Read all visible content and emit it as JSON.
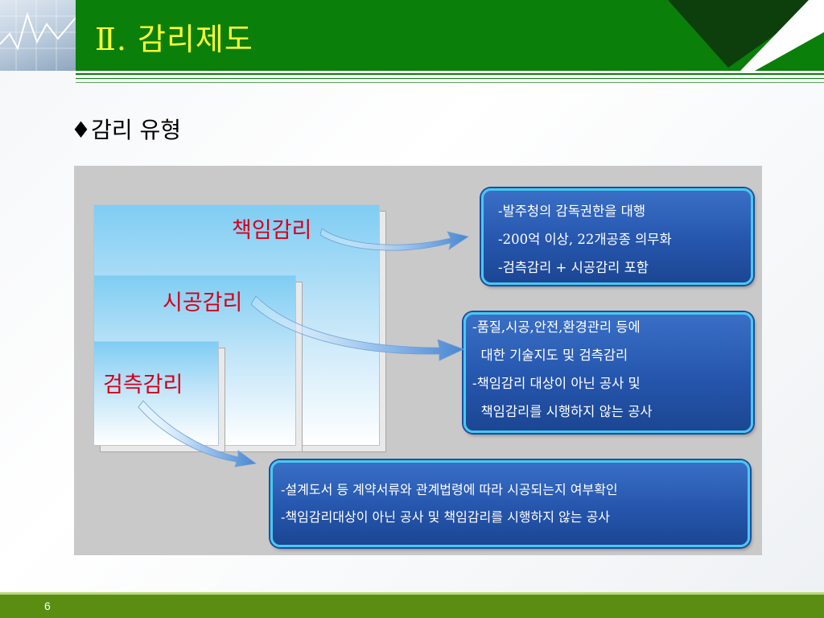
{
  "title": "Ⅱ. 감리제도",
  "subtitle": {
    "bullet": "♦",
    "text": "감리 유형"
  },
  "diagram": {
    "sheets": [
      {
        "label": "책임감리"
      },
      {
        "label": "시공감리"
      },
      {
        "label": "검측감리"
      }
    ],
    "boxes": [
      {
        "lines": [
          "-발주청의 감독권한을 대행",
          "-200억 이상, 22개공종 의무화",
          "-검측감리 + 시공감리 포함"
        ]
      },
      {
        "lines": [
          "-품질,시공,안전,환경관리 등에",
          "  대한 기술지도 및 검측감리",
          "-책임감리 대상이 아닌 공사 및",
          "  책임감리를 시행하지 않는 공사"
        ]
      },
      {
        "lines": [
          "-설계도서 등 계약서류와 관계법령에 따라 시공되는지 여부확인",
          "-책임감리대상이 아닌 공사 및 책임감리를 시행하지 않는 공사"
        ]
      }
    ]
  },
  "footer": {
    "page_number": "6"
  },
  "colors": {
    "header_green": "#0a7f0a",
    "title_yellow": "#ffff33",
    "label_red": "#d4001a",
    "box_blue": "#2556ad",
    "box_border": "#48c8f2",
    "footer_green": "#5a8e12"
  }
}
